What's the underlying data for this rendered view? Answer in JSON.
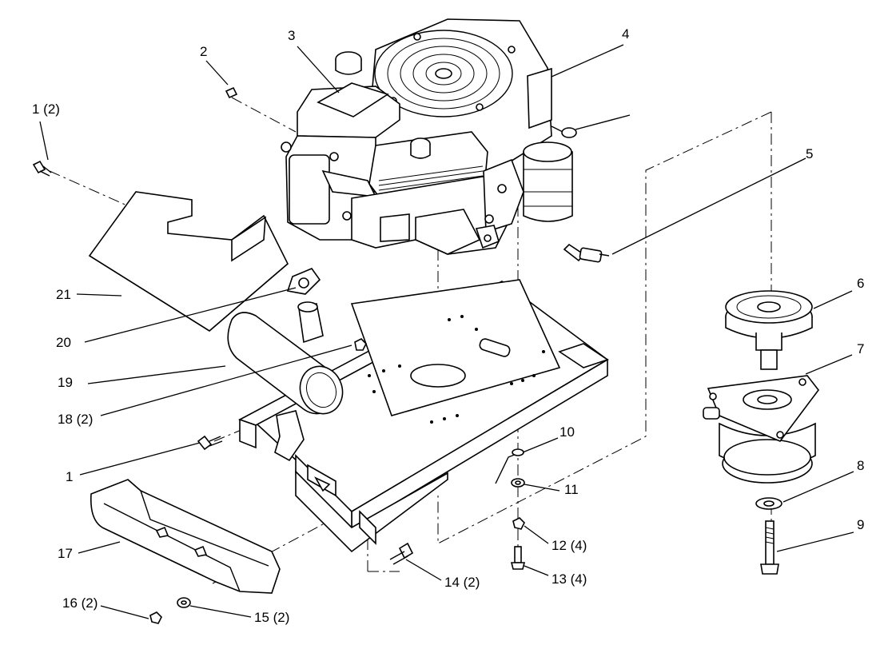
{
  "callouts": [
    {
      "id": "c1_2",
      "text": "1 (2)"
    },
    {
      "id": "c2",
      "text": "2"
    },
    {
      "id": "c3",
      "text": "3"
    },
    {
      "id": "c4",
      "text": "4"
    },
    {
      "id": "c5",
      "text": "5"
    },
    {
      "id": "c6",
      "text": "6"
    },
    {
      "id": "c7",
      "text": "7"
    },
    {
      "id": "c8",
      "text": "8"
    },
    {
      "id": "c9",
      "text": "9"
    },
    {
      "id": "c10",
      "text": "10"
    },
    {
      "id": "c11",
      "text": "11"
    },
    {
      "id": "c12",
      "text": "12 (4)"
    },
    {
      "id": "c13",
      "text": "13 (4)"
    },
    {
      "id": "c14",
      "text": "14 (2)"
    },
    {
      "id": "c15",
      "text": "15 (2)"
    },
    {
      "id": "c16",
      "text": "16 (2)"
    },
    {
      "id": "c17",
      "text": "17"
    },
    {
      "id": "c18",
      "text": "18 (2)"
    },
    {
      "id": "c19",
      "text": "19"
    },
    {
      "id": "c20",
      "text": "20"
    },
    {
      "id": "c21",
      "text": "21"
    },
    {
      "id": "c1",
      "text": "1"
    }
  ]
}
